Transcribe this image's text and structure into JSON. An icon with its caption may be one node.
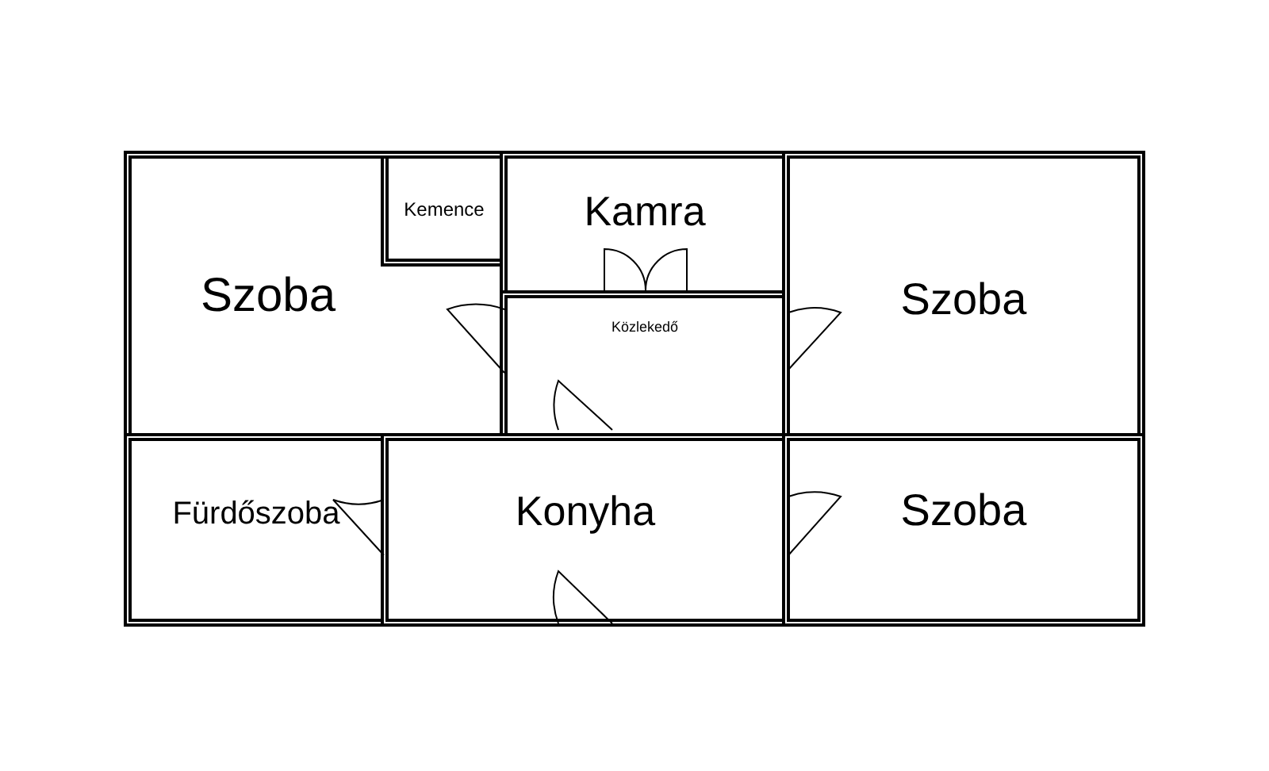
{
  "diagram": {
    "nodes": [
      {
        "text": [
          "Szoba"
        ]
      },
      {
        "text": [
          "Kemence"
        ],
        "in": 0
      },
      {
        "text": [
          "Kamra"
        ]
      },
      {
        "text": [
          "Szoba"
        ]
      },
      {
        "text": [
          "Közlekedő"
        ]
      },
      {
        "text": [
          "Fürdőszoba"
        ]
      },
      {
        "text": [
          "Konyha"
        ]
      },
      {
        "text": [
          "Szoba"
        ]
      }
    ]
  }
}
